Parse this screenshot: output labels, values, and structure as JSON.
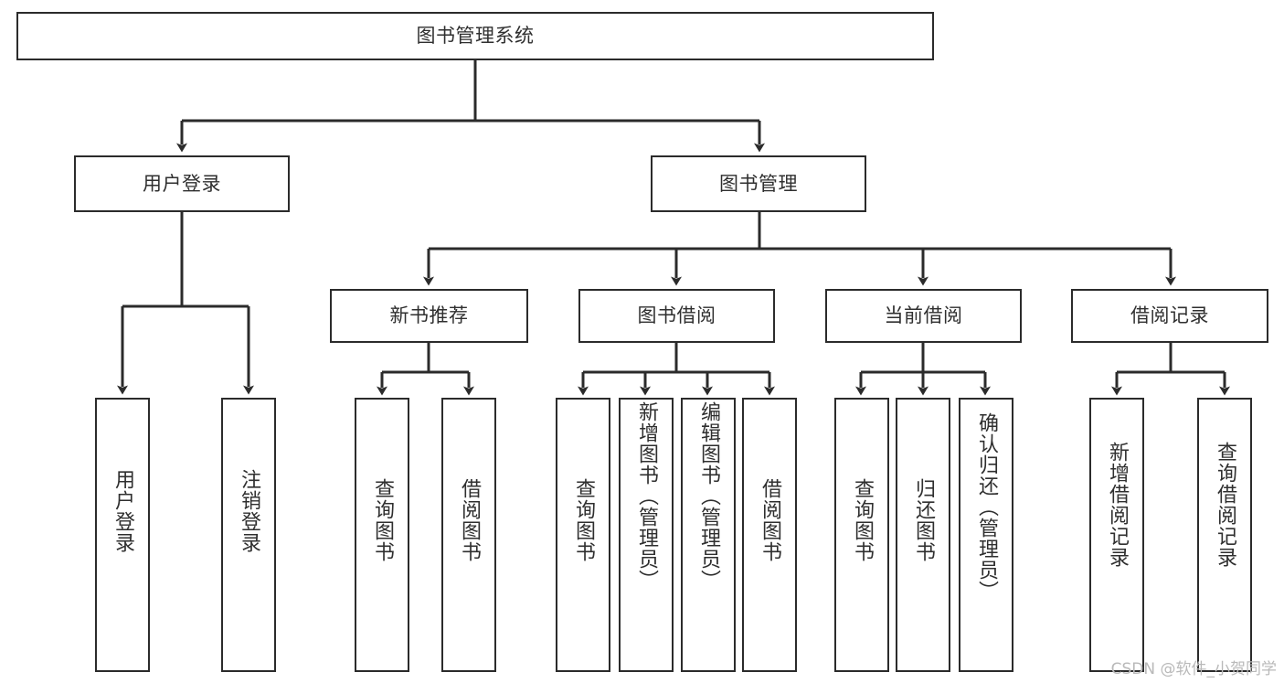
{
  "diagram": {
    "title": "图书管理系统",
    "type": "tree",
    "watermark": "CSDN @软件_小贺同学",
    "colors": {
      "box_border": "#2b2b2b",
      "box_fill": "#ffffff",
      "edge": "#2b2b2b",
      "text": "#2f2f2f",
      "watermark_text": "#b9b9b9",
      "background": "#ffffff"
    },
    "levels": {
      "root": "图书管理系统",
      "level2": [
        "用户登录",
        "图书管理"
      ],
      "level3": [
        "新书推荐",
        "图书借阅",
        "当前借阅",
        "借阅记录"
      ]
    },
    "nodes": {
      "root": {
        "label": "图书管理系统"
      },
      "user_login": {
        "label": "用户登录"
      },
      "book_manage": {
        "label": "图书管理"
      },
      "new_book_rec": {
        "label": "新书推荐"
      },
      "book_borrow": {
        "label": "图书借阅"
      },
      "current_borrow": {
        "label": "当前借阅"
      },
      "borrow_record": {
        "label": "借阅记录"
      },
      "leaf_user_login": {
        "label": "用户登录"
      },
      "leaf_logout": {
        "label": "注销登录"
      },
      "leaf_query_book_1": {
        "label": "查询图书"
      },
      "leaf_borrow_book_1": {
        "label": "借阅图书"
      },
      "leaf_query_book_2": {
        "label": "查询图书"
      },
      "leaf_add_book": {
        "label": "新增图书（管理员）"
      },
      "leaf_edit_book": {
        "label": "编辑图书（管理员）"
      },
      "leaf_borrow_book_2": {
        "label": "借阅图书"
      },
      "leaf_query_book_3": {
        "label": "查询图书"
      },
      "leaf_return_book": {
        "label": "归还图书"
      },
      "leaf_confirm_return": {
        "label": "确认归还（管理员）"
      },
      "leaf_add_record": {
        "label": "新增借阅记录"
      },
      "leaf_query_record": {
        "label": "查询借阅记录"
      }
    },
    "edges": [
      {
        "from": "root",
        "to": "user_login"
      },
      {
        "from": "root",
        "to": "book_manage"
      },
      {
        "from": "user_login",
        "to": "leaf_user_login"
      },
      {
        "from": "user_login",
        "to": "leaf_logout"
      },
      {
        "from": "book_manage",
        "to": "new_book_rec"
      },
      {
        "from": "book_manage",
        "to": "book_borrow"
      },
      {
        "from": "book_manage",
        "to": "current_borrow"
      },
      {
        "from": "book_manage",
        "to": "borrow_record"
      },
      {
        "from": "new_book_rec",
        "to": "leaf_query_book_1"
      },
      {
        "from": "new_book_rec",
        "to": "leaf_borrow_book_1"
      },
      {
        "from": "book_borrow",
        "to": "leaf_query_book_2"
      },
      {
        "from": "book_borrow",
        "to": "leaf_add_book"
      },
      {
        "from": "book_borrow",
        "to": "leaf_edit_book"
      },
      {
        "from": "book_borrow",
        "to": "leaf_borrow_book_2"
      },
      {
        "from": "current_borrow",
        "to": "leaf_query_book_3"
      },
      {
        "from": "current_borrow",
        "to": "leaf_return_book"
      },
      {
        "from": "current_borrow",
        "to": "leaf_confirm_return"
      },
      {
        "from": "borrow_record",
        "to": "leaf_add_record"
      },
      {
        "from": "borrow_record",
        "to": "leaf_query_record"
      }
    ]
  }
}
